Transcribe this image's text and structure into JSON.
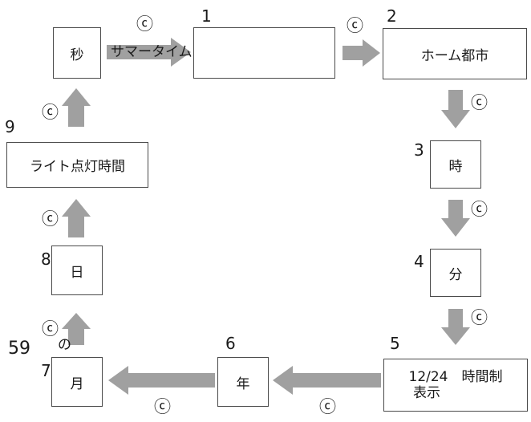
{
  "steps": {
    "step1": {
      "number": "1",
      "label": ""
    },
    "step2": {
      "number": "2",
      "label": "ホーム都市"
    },
    "step3": {
      "number": "3",
      "label": "時"
    },
    "step4": {
      "number": "4",
      "label": "分"
    },
    "step5": {
      "number": "5",
      "line1": "12/24　時間制",
      "line2": "表示"
    },
    "step6": {
      "number": "6",
      "label": "年"
    },
    "step7": {
      "number": "7",
      "label": "月"
    },
    "step8": {
      "number": "8",
      "label": "日"
    },
    "step9": {
      "number": "9",
      "label": "ライト点灯時間"
    },
    "seconds": {
      "label": "秒"
    }
  },
  "arrow_label": "ⓒ",
  "summer_time_label": "サマータイム",
  "annotation_59": "59",
  "annotation_no": "の",
  "colors": {
    "arrow_fill": "#a0a0a0",
    "box_border": "#4a4a4a"
  }
}
